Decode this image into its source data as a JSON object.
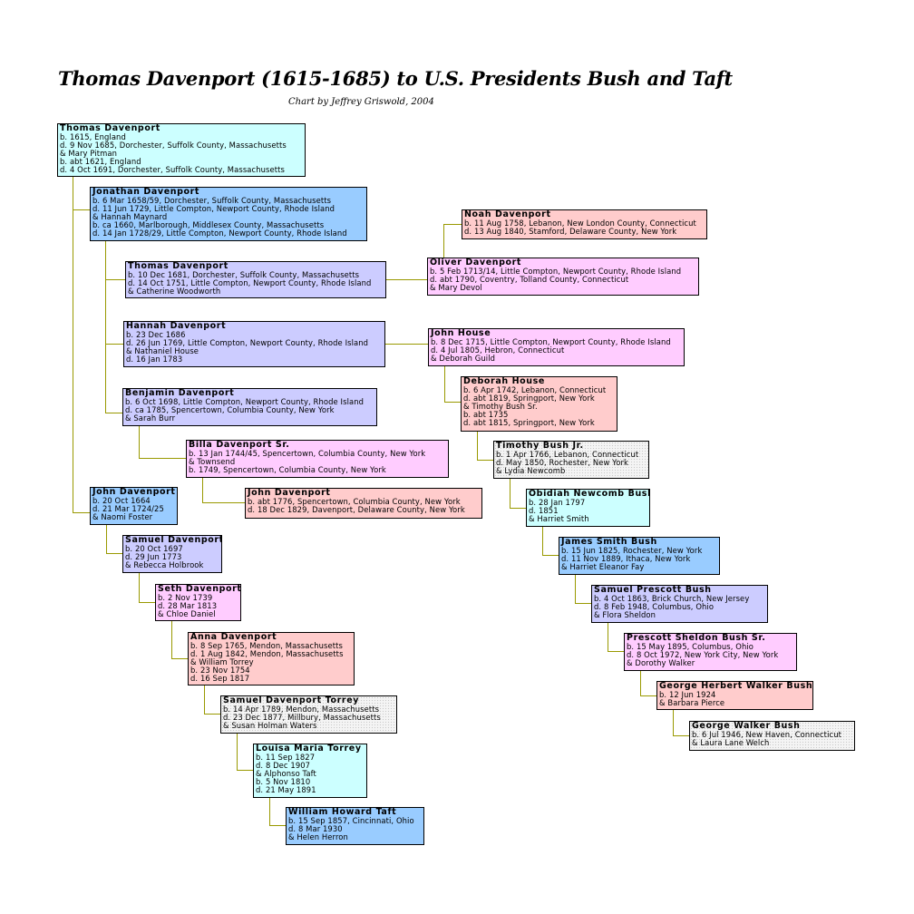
{
  "title": "Thomas Davenport (1615-1685) to U.S. Presidents Bush and Taft",
  "subtitle": "Chart by Jeffrey Griswold, 2004",
  "colors": {
    "line": "#999900",
    "cyan": "#ccffff",
    "blue": "#99ccff",
    "lavender": "#ccccff",
    "pink": "#ffccff",
    "salmon": "#ffcccc"
  },
  "people": [
    {
      "name": "Thomas Davenport",
      "lines": [
        "b. 1615, England",
        "d. 9 Nov 1685, Dorchester, Suffolk County, Massachusetts",
        "& Mary Pitman",
        "b. abt 1621, England",
        "d. 4 Oct 1691, Dorchester, Suffolk County, Massachusetts"
      ]
    },
    {
      "name": "Jonathan Davenport",
      "lines": [
        "b. 6 Mar 1658/59, Dorchester, Suffolk County, Massachusetts",
        "d. 11 Jun 1729, Little Compton, Newport County, Rhode Island",
        "& Hannah Maynard",
        "b. ca 1660, Marlborough, Middlesex County, Massachusetts",
        "d. 14 Jan 1728/29, Little Compton, Newport County, Rhode Island"
      ]
    },
    {
      "name": "Thomas Davenport",
      "lines": [
        "b. 10 Dec 1681, Dorchester, Suffolk County, Massachusetts",
        "d. 14 Oct 1751, Little Compton, Newport County, Rhode Island",
        "& Catherine Woodworth"
      ]
    },
    {
      "name": "Hannah Davenport",
      "lines": [
        "b. 23 Dec 1686",
        "d. 26 Jun 1769, Little Compton, Newport County, Rhode Island",
        "& Nathaniel House",
        "d. 16 Jan 1783"
      ]
    },
    {
      "name": "Benjamin Davenport",
      "lines": [
        "b. 6 Oct 1698, Little Compton, Newport County, Rhode Island",
        "d. ca 1785, Spencertown, Columbia County, New York",
        "& Sarah Burr"
      ]
    },
    {
      "name": "Billa Davenport Sr.",
      "lines": [
        "b. 13 Jan 1744/45, Spencertown, Columbia County, New York",
        "& Townsend",
        "b. 1749, Spencertown, Columbia County, New York"
      ]
    },
    {
      "name": "John Davenport",
      "lines": [
        "b. abt 1776, Spencertown, Columbia County, New York",
        "d. 18 Dec 1829, Davenport, Delaware County, New York"
      ]
    },
    {
      "name": "John Davenport",
      "lines": [
        "b. 20 Oct 1664",
        "d. 21 Mar 1724/25",
        "& Naomi Foster"
      ]
    },
    {
      "name": "Samuel Davenport",
      "lines": [
        "b. 20 Oct 1697",
        "d. 29 Jun 1773",
        "& Rebecca Holbrook"
      ]
    },
    {
      "name": "Seth Davenport",
      "lines": [
        "b. 2 Nov 1739",
        "d. 28 Mar 1813",
        "& Chloe Daniel"
      ]
    },
    {
      "name": "Anna Davenport",
      "lines": [
        "b. 8 Sep 1765, Mendon, Massachusetts",
        "d. 1 Aug 1842, Mendon, Massachusetts",
        "& William Torrey",
        "b. 23 Nov 1754",
        "d. 16 Sep 1817"
      ]
    },
    {
      "name": "Samuel Davenport Torrey",
      "lines": [
        "b. 14 Apr 1789, Mendon, Massachusetts",
        "d. 23 Dec 1877, Millbury, Massachusetts",
        "& Susan Holman Waters"
      ]
    },
    {
      "name": "Louisa Maria Torrey",
      "lines": [
        "b. 11 Sep 1827",
        "d. 8 Dec 1907",
        "& Alphonso Taft",
        "b. 5 Nov 1810",
        "d. 21 May 1891"
      ]
    },
    {
      "name": "William Howard Taft",
      "lines": [
        "b. 15 Sep 1857, Cincinnati, Ohio",
        "d. 8 Mar 1930",
        "& Helen Herron"
      ]
    },
    {
      "name": "Noah Davenport",
      "lines": [
        "b. 11 Aug 1758, Lebanon, New London County, Connecticut",
        "d. 13 Aug 1840, Stamford, Delaware County, New York"
      ]
    },
    {
      "name": "Oliver Davenport",
      "lines": [
        "b. 5 Feb 1713/14, Little Compton, Newport County, Rhode Island",
        "d. abt 1790, Coventry, Tolland County, Connecticut",
        "& Mary Devol"
      ]
    },
    {
      "name": "John House",
      "lines": [
        "b. 8 Dec 1715, Little Compton, Newport County, Rhode Island",
        "d. 4 Jul 1805, Hebron, Connecticut",
        "& Deborah Guild"
      ]
    },
    {
      "name": "Deborah House",
      "lines": [
        "b. 6 Apr 1742, Lebanon, Connecticut",
        "d. abt 1819, Springport, New York",
        "& Timothy Bush Sr.",
        "b. abt 1735",
        "d. abt 1815, Springport, New York"
      ]
    },
    {
      "name": "Timothy Bush Jr.",
      "lines": [
        "b. 1 Apr 1766, Lebanon, Connecticut",
        "d. May 1850, Rochester, New York",
        "& Lydia Newcomb"
      ]
    },
    {
      "name": "Obidiah Newcomb Bush",
      "lines": [
        "b. 28 Jan 1797",
        "d. 1851",
        "& Harriet Smith"
      ]
    },
    {
      "name": "James Smith Bush",
      "lines": [
        "b. 15 Jun 1825, Rochester, New York",
        "d. 11 Nov 1889, Ithaca, New York",
        "& Harriet Eleanor Fay"
      ]
    },
    {
      "name": "Samuel Prescott Bush",
      "lines": [
        "b. 4 Oct 1863, Brick Church, New Jersey",
        "d. 8 Feb 1948, Columbus, Ohio",
        "& Flora Sheldon"
      ]
    },
    {
      "name": "Prescott Sheldon Bush Sr.",
      "lines": [
        "b. 15 May 1895, Columbus, Ohio",
        "d. 8 Oct 1972, New York City, New York",
        "& Dorothy Walker"
      ]
    },
    {
      "name": "George Herbert Walker Bush",
      "lines": [
        "b. 12 Jun 1924",
        "& Barbara Pierce"
      ]
    },
    {
      "name": "George Walker Bush",
      "lines": [
        "b. 6 Jul 1946, New Haven, Connecticut",
        "& Laura Lane Welch"
      ]
    }
  ]
}
